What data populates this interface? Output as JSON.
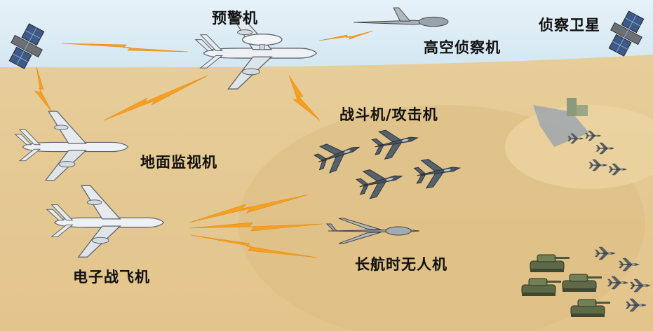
{
  "labels": {
    "awacs": "预警机",
    "high_altitude_recon": "高空侦察机",
    "recon_satellite": "侦察卫星",
    "fighter_attack": "战斗机/攻击机",
    "ground_surveillance": "地面监视机",
    "electronic_warfare": "电子战飞机",
    "long_endurance_uav": "长航时无人机"
  },
  "colors": {
    "sky": "#dcecf5",
    "desert": "#e8cf9a",
    "desert_shadow": "#d9b97c",
    "link_bolt": "#f5a020",
    "aircraft": "#eef1f4",
    "fighter": "#4a5560",
    "tank": "#6f7a55"
  }
}
